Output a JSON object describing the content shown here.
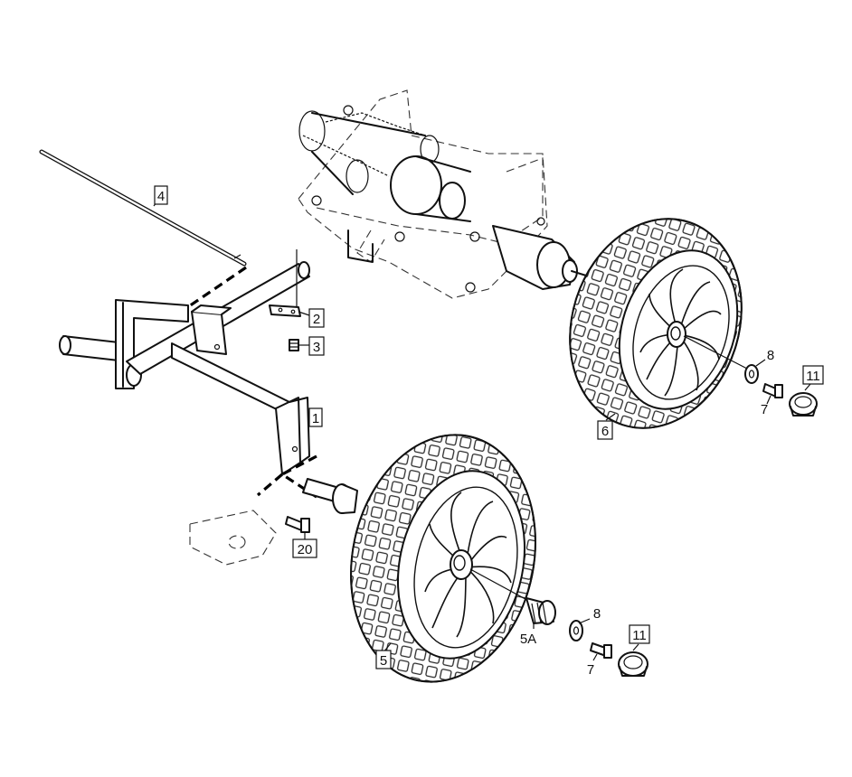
{
  "callouts": {
    "c1": "1",
    "c2": "2",
    "c3": "3",
    "c4": "4",
    "c5": "5",
    "c5a": "5A",
    "c6": "6",
    "c7_right": "7",
    "c7_left": "7",
    "c8_right": "8",
    "c8_left": "8",
    "c11_right": "11",
    "c11_left": "11",
    "c20": "20"
  }
}
